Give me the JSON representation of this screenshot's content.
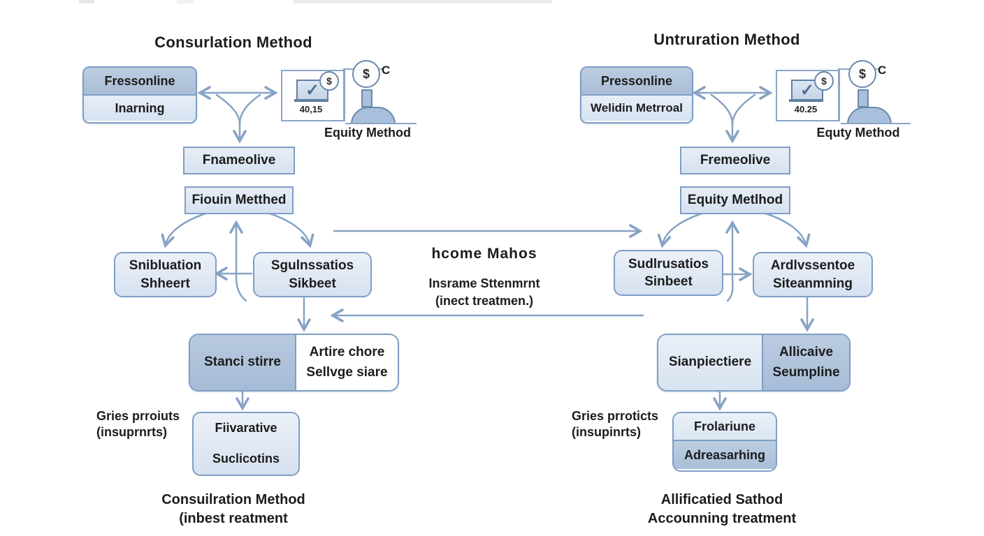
{
  "left": {
    "title": "Consurlation Method",
    "parent_box": {
      "row1": "Fressonline",
      "row2": "Inarning"
    },
    "ownership_icon": {
      "value": "40,15",
      "dollar": "$",
      "c": "C",
      "check": "✓"
    },
    "equity_label": "Equity Method",
    "frame_box": "Fnameolive",
    "method_box": "Fiouin Metthed",
    "sheet_box_left": {
      "line1": "Snibluation",
      "line2": "Shheert"
    },
    "sheet_box_right": {
      "line1": "Sgulnssatios",
      "line2": "Sikbeet"
    },
    "split_box": {
      "left": "Stanci stirre",
      "right1": "Artire chore",
      "right2": "Sellvge siare"
    },
    "note": {
      "line1": "Gries prroiuts",
      "line2": "(insuprnrts)"
    },
    "result_box": {
      "line1": "Fiivarative",
      "line2": "Suclicotins"
    },
    "caption": {
      "line1": "Consuilration Method",
      "line2": "(inbest reatment"
    }
  },
  "right": {
    "title": "Untruration Method",
    "parent_box": {
      "row1": "Pressonline",
      "row2": "Welidin Metrroal"
    },
    "ownership_icon": {
      "value": "40.25",
      "dollar": "$",
      "c": "C",
      "check": "✓"
    },
    "equity_label": "Equty Method",
    "frame_box": "Fremeolive",
    "method_box": "Equity Metlhod",
    "sheet_box_left": {
      "line1": "Sudlrusatios",
      "line2": "Sinbeet"
    },
    "sheet_box_right": {
      "line1": "Ardlvssentoe",
      "line2": "Siteanmning"
    },
    "split_box": {
      "left": "Sianpiectiere",
      "right1": "Allicaive",
      "right2": "Seumpline"
    },
    "note": {
      "line1": "Gries prroticts",
      "line2": "(insupinrts)"
    },
    "result_box": {
      "line1": "Frolariune",
      "line2": "Adreasarhing"
    },
    "caption": {
      "line1": "Allificatied Sathod",
      "line2": "Accounning treatment"
    }
  },
  "center": {
    "heading": "hcome Mahos",
    "sub1": "Insrame Sttenmrnt",
    "sub2": "(inect treatmen.)"
  },
  "colors": {
    "box_fill_dark": "#aec3de",
    "box_fill_light": "#dfe8f4",
    "box_border": "#7e9ec6",
    "arrow": "#87a3c4",
    "text": "#1c1c1c"
  }
}
